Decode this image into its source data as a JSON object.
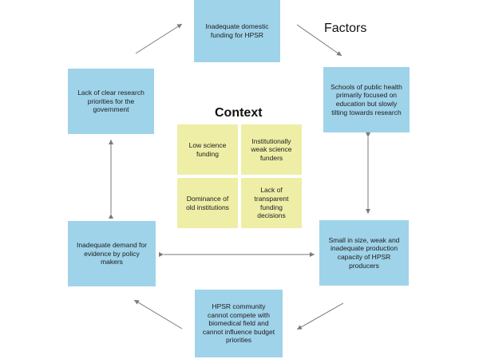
{
  "factors_title": "Factors",
  "context_title": "Context",
  "factors": {
    "top": "Inadequate domestic funding for HPSR",
    "top_right": "Schools of public health primarily focused on education but slowly tilting towards research",
    "bottom_right": "Small in size, weak and inadequate production capacity of HPSR producers",
    "bottom": "HPSR community cannot compete with biomedical field and cannot influence budget priorities",
    "bottom_left": "Inadequate demand for evidence by policy makers",
    "top_left": "Lack of clear research priorities for the government"
  },
  "context": {
    "top_left": "Low science funding",
    "top_right": "Institutionally weak science funders",
    "bottom_left": "Dominance of old institutions",
    "bottom_right": "Lack of transparent funding decisions"
  },
  "colors": {
    "factor_box": "#9fd3ea",
    "context_box": "#eeeea7",
    "arrow": "#7a7a7a"
  }
}
